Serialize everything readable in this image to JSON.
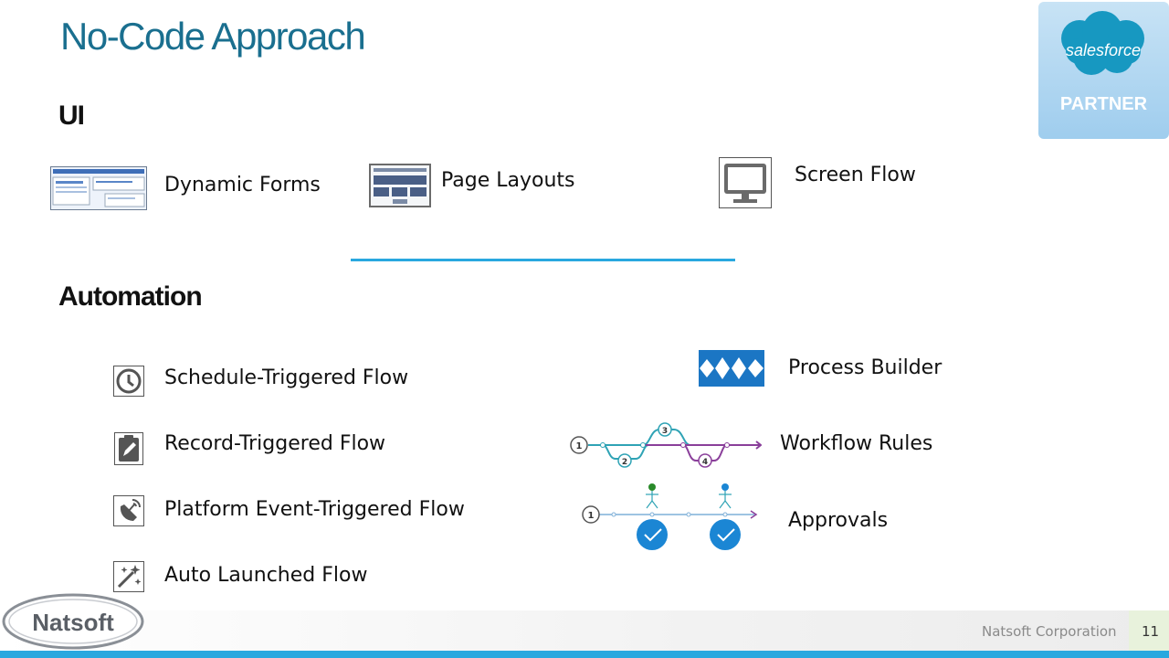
{
  "slide": {
    "title": "No-Code Approach",
    "page_number": "11",
    "company": "Natsoft Corporation"
  },
  "ui_section": {
    "heading": "UI",
    "items": [
      {
        "label": "Dynamic Forms",
        "icon": "dynamic-forms-icon"
      },
      {
        "label": "Page Layouts",
        "icon": "page-layout-icon"
      },
      {
        "label": "Screen Flow",
        "icon": "monitor-icon"
      }
    ]
  },
  "automation_section": {
    "heading": "Automation",
    "flows": [
      {
        "label": "Schedule-Triggered Flow",
        "icon": "clock-icon"
      },
      {
        "label": "Record-Triggered Flow",
        "icon": "record-edit-icon"
      },
      {
        "label": "Platform Event-Triggered Flow",
        "icon": "satellite-icon"
      },
      {
        "label": "Auto Launched Flow",
        "icon": "magic-wand-icon"
      }
    ],
    "legacy": [
      {
        "label": "Process Builder",
        "icon": "process-builder-icon"
      },
      {
        "label": "Workflow Rules",
        "icon": "workflow-path-icon",
        "steps": [
          "1",
          "2",
          "3",
          "4"
        ]
      },
      {
        "label": "Approvals",
        "icon": "approval-path-icon",
        "steps": [
          "1"
        ]
      }
    ]
  },
  "logos": {
    "salesforce_text": "salesforce",
    "partner_text": "PARTNER",
    "natsoft_text": "Natsoft"
  },
  "colors": {
    "title": "#1a6f8f",
    "accent_blue": "#29a8df",
    "process_builder_blue": "#1b76c4",
    "workflow_teal": "#2fa3b5",
    "workflow_purple": "#8a3f9a"
  }
}
